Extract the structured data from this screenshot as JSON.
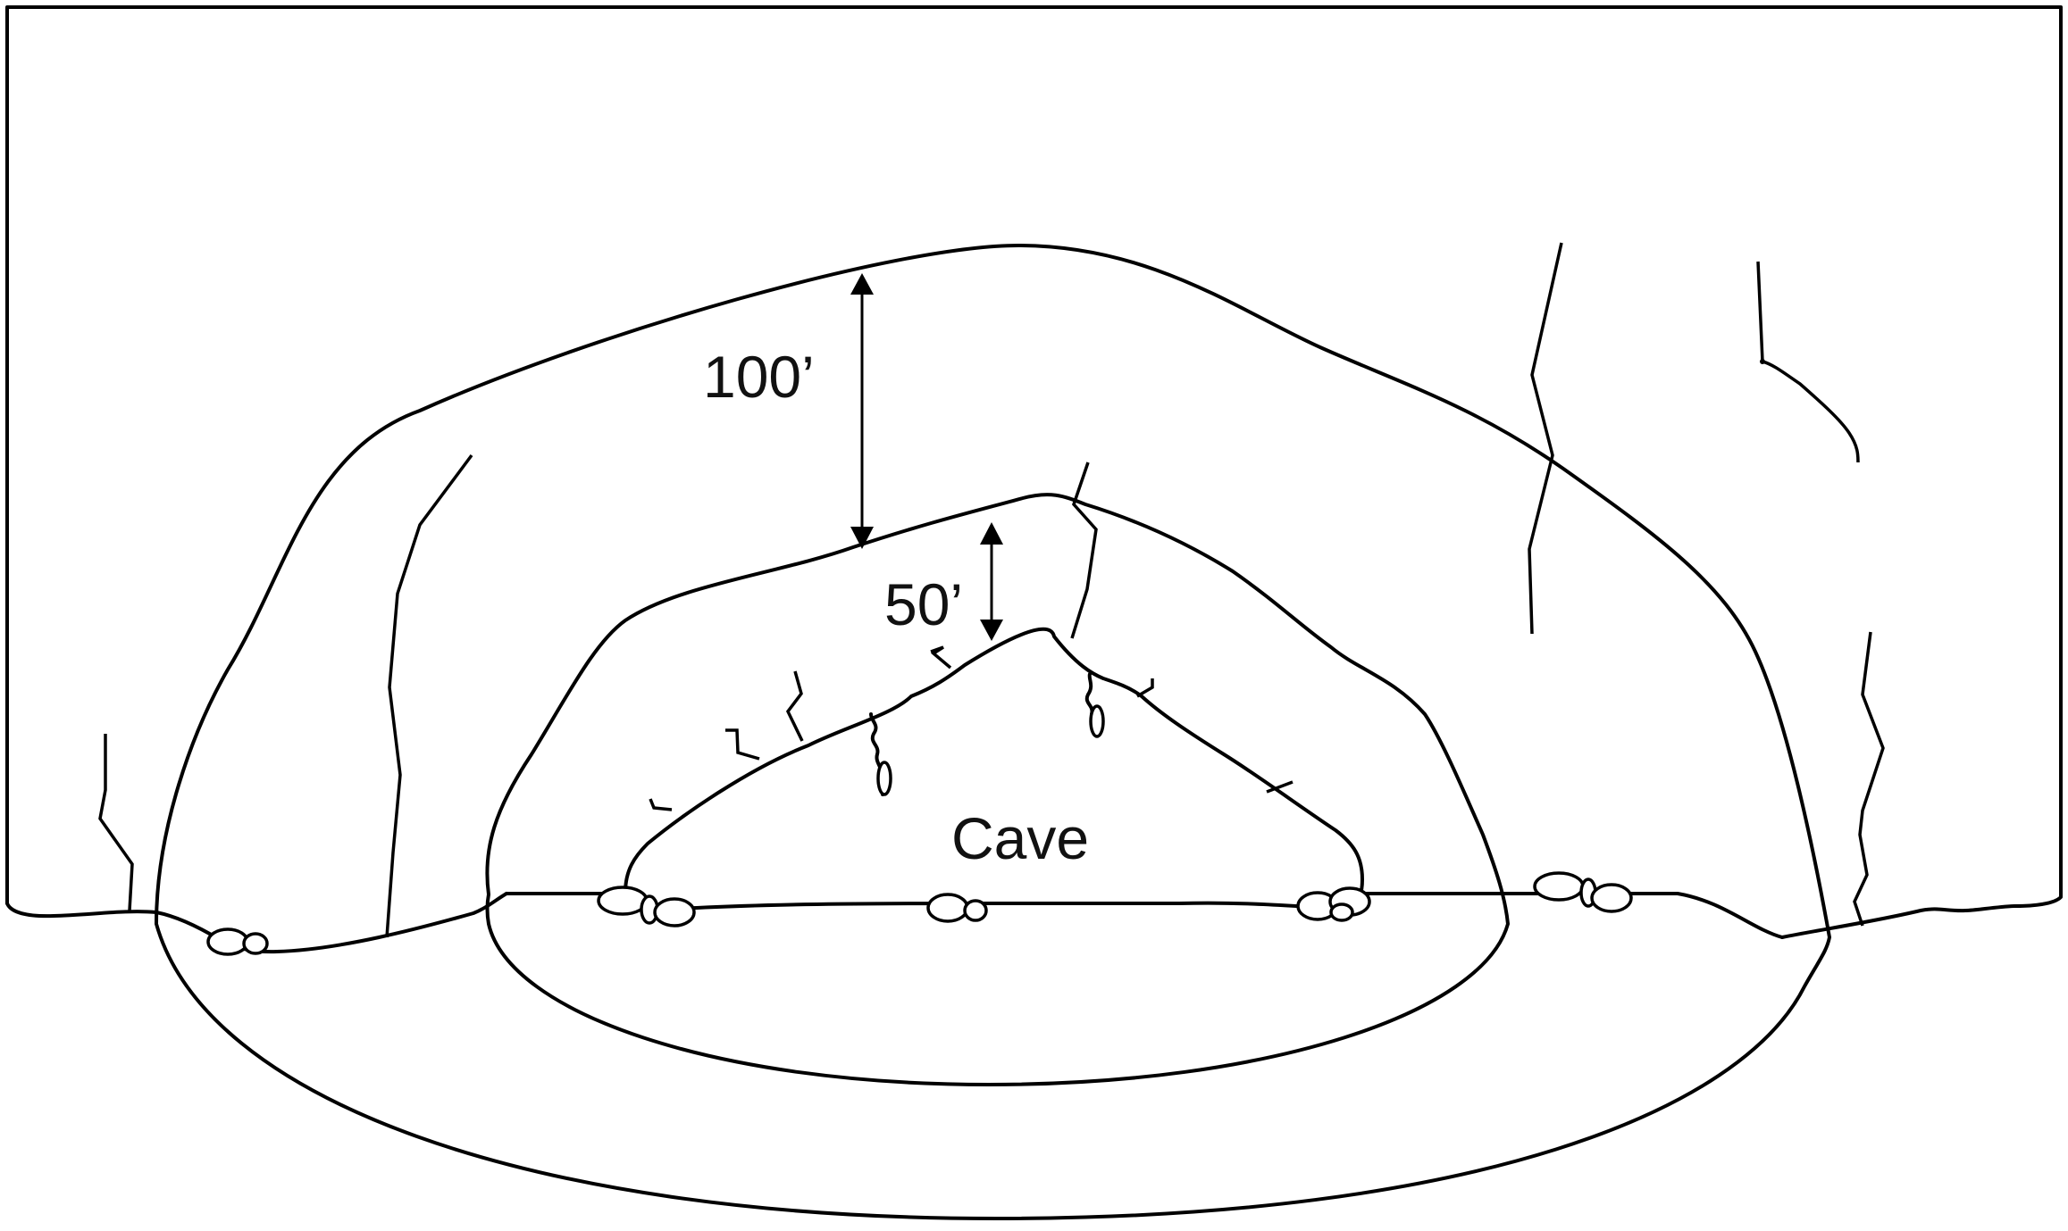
{
  "labels": {
    "outer_distance": "100’",
    "inner_distance": "50’",
    "cave": "Cave"
  },
  "colors": {
    "outer_zone": "#FCE193",
    "middle_zone": "#FE8063",
    "cave": "#E84358",
    "outline": "#000000",
    "pebble": "#FFFFFF",
    "background": "#FFFFFF"
  }
}
